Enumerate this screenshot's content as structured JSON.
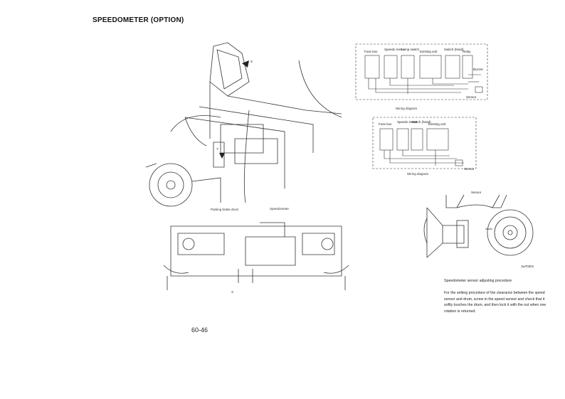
{
  "document": {
    "title": "SPEEDOMETER (OPTION)",
    "page_number": "60-46"
  },
  "figure_truck": {
    "label_parking_brake": "Parking brake drum",
    "label_speedometer": "Speedometer",
    "label_x": "X",
    "label_y": "Y"
  },
  "wiring_1": {
    "labels": [
      "Fuse box",
      "Speedo meter",
      "Lamp switch",
      "Existing unit",
      "Switch (head)",
      "Relay"
    ],
    "right_labels": [
      "Buzzer",
      "Sensor"
    ],
    "caption": "Wiring diagram"
  },
  "wiring_2": {
    "labels": [
      "Fuse box",
      "Speedo meter",
      "Switch (head)",
      "Existing unit"
    ],
    "right_labels": [
      "Sensor"
    ],
    "caption": "Wiring diagram"
  },
  "sensor_figure": {
    "label_sensor": "Sensor",
    "ref_code": "1w70301"
  },
  "procedure": {
    "title": "Speedometer sensor adjusting procedure",
    "body": "For the setting procedure of the clearance between the speed sensor and drum, screw in the speed sensor and check that it softly touches the drum, and then lock it with the nut when one rotation is returned."
  }
}
